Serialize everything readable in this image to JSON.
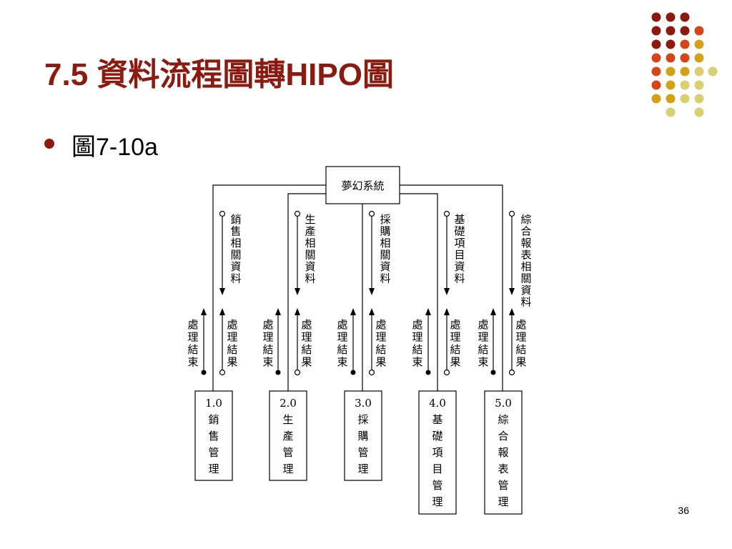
{
  "slide": {
    "title": "7.5 資料流程圖轉HIPO圖",
    "bullet": "圖7-10a",
    "page_number": "36",
    "colors": {
      "title": "#8B1A10",
      "decoration": [
        "#8B1A10",
        "#D4451A",
        "#D4A017",
        "#D8D070"
      ]
    }
  },
  "diagram": {
    "root": "夢幻系統",
    "flows": [
      {
        "data_label": "銷售相關資料",
        "result_up": "處理結束",
        "result_down": "處理結果"
      },
      {
        "data_label": "生產相關資料",
        "result_up": "處理結束",
        "result_down": "處理結果"
      },
      {
        "data_label": "採購相關資料",
        "result_up": "處理結束",
        "result_down": "處理結果"
      },
      {
        "data_label": "基礎項目資料",
        "result_up": "處理結束",
        "result_down": "處理結果"
      },
      {
        "data_label": "綜合報表相關資料",
        "result_up": "處理結束",
        "result_down": "處理結果"
      }
    ],
    "modules": [
      {
        "number": "1.0",
        "name": "銷售管理"
      },
      {
        "number": "2.0",
        "name": "生產管理"
      },
      {
        "number": "3.0",
        "name": "採購管理"
      },
      {
        "number": "4.0",
        "name": "基礎項目管理"
      },
      {
        "number": "5.0",
        "name": "綜合報表管理"
      }
    ]
  }
}
